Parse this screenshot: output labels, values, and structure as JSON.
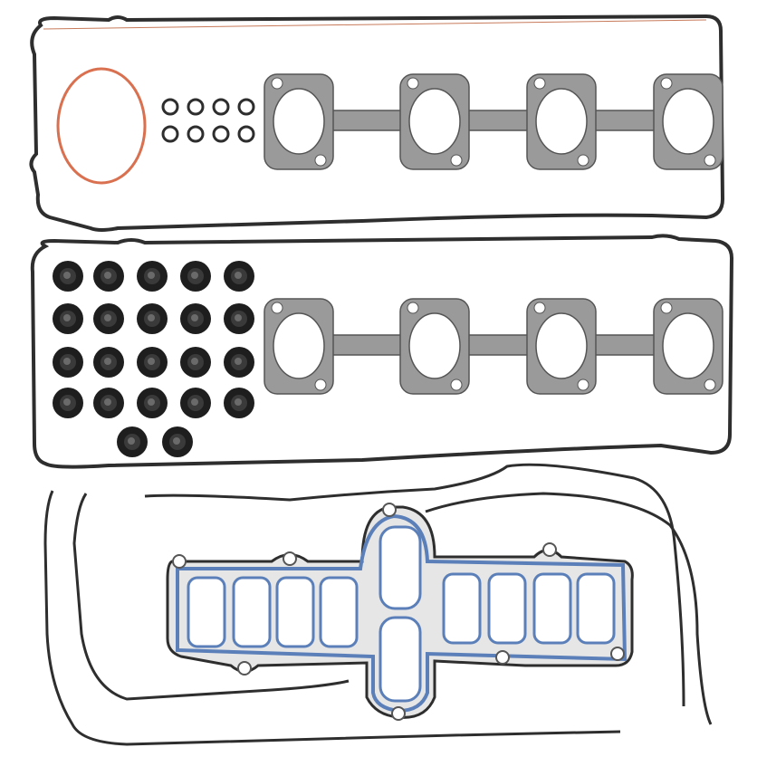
{
  "photo": {
    "subject": "gasket-set",
    "colors": {
      "background": "#ffffff",
      "rubber": "#2e2e2e",
      "copper_ring": "#d9704f",
      "metal_gasket": "#9a9a9a",
      "intake_seal": "#5b7fb8"
    },
    "counts": {
      "small_orings": 8,
      "valve_stem_seals": 22,
      "exhaust_gaskets": 2
    }
  }
}
